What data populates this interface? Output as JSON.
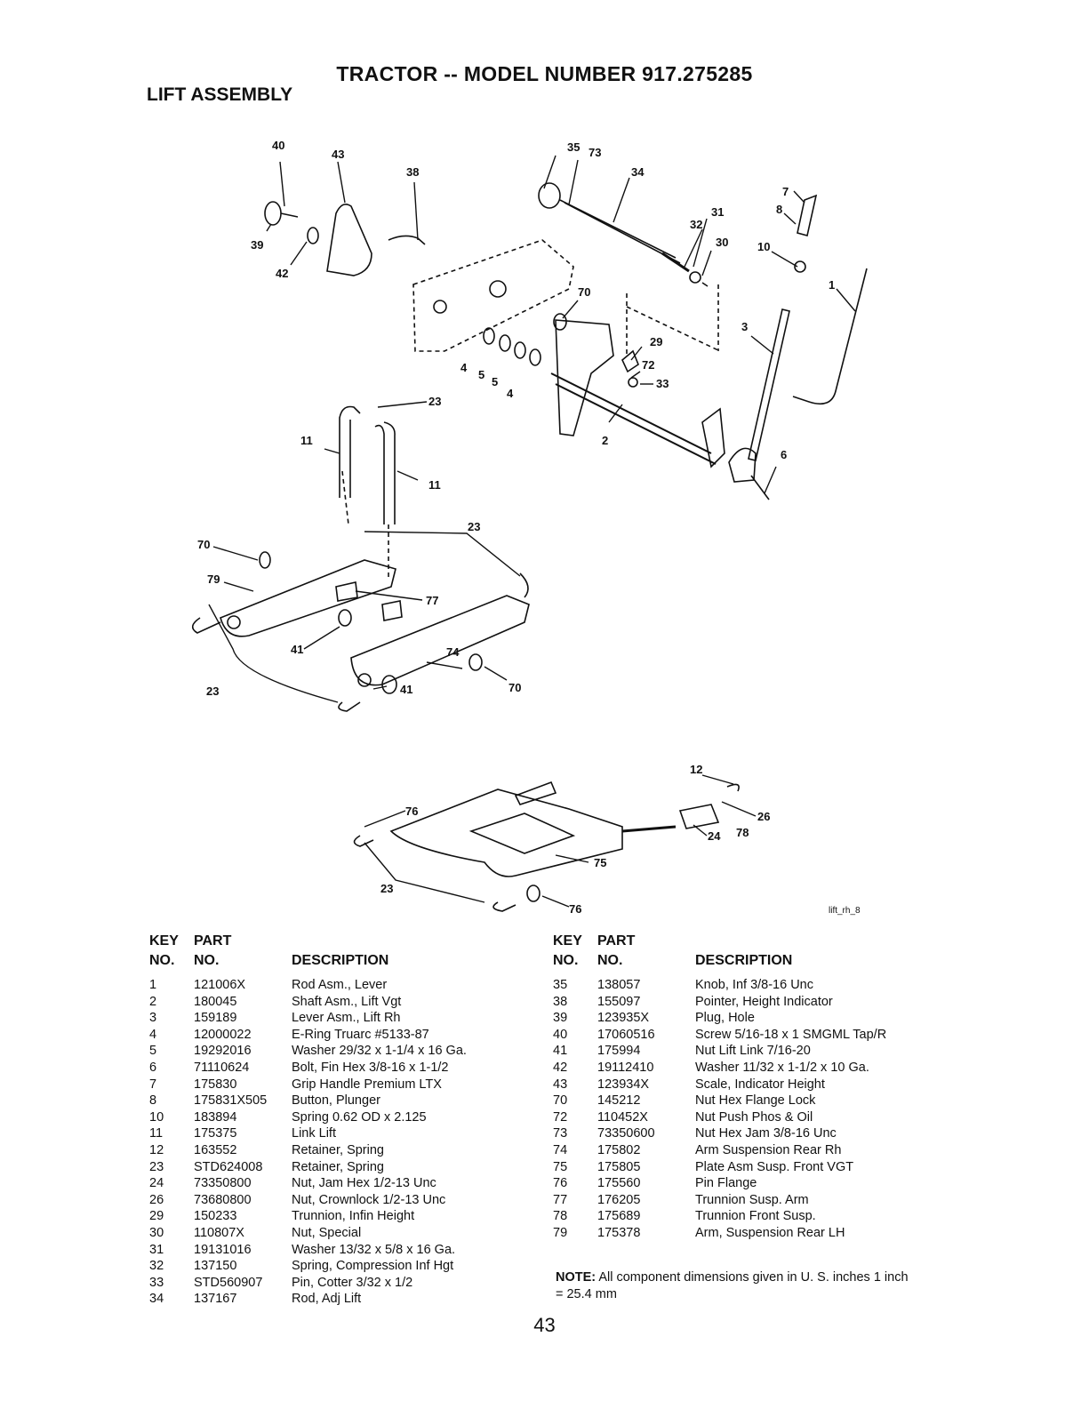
{
  "header": {
    "title": "TRACTOR -- MODEL NUMBER 917.275285",
    "section": "LIFT ASSEMBLY"
  },
  "diagram": {
    "image_ref": "lift_rh_8",
    "callouts": [
      "40",
      "43",
      "38",
      "39",
      "42",
      "35",
      "73",
      "34",
      "31",
      "32",
      "30",
      "7",
      "8",
      "10",
      "1",
      "3",
      "70",
      "29",
      "72",
      "33",
      "4",
      "5",
      "5",
      "4",
      "2",
      "6",
      "23",
      "11",
      "11",
      "23",
      "70",
      "79",
      "77",
      "41",
      "74",
      "41",
      "70",
      "23",
      "12",
      "76",
      "26",
      "24",
      "78",
      "75",
      "23",
      "76"
    ]
  },
  "table": {
    "headers": {
      "key_line1": "KEY",
      "key_line2": "NO.",
      "part_line1": "PART",
      "part_line2": "NO.",
      "description": "DESCRIPTION"
    },
    "left": [
      {
        "key": "1",
        "part": "121006X",
        "desc": "Rod Asm., Lever"
      },
      {
        "key": "2",
        "part": "180045",
        "desc": "Shaft Asm., Lift Vgt"
      },
      {
        "key": "3",
        "part": "159189",
        "desc": "Lever Asm., Lift Rh"
      },
      {
        "key": "4",
        "part": "12000022",
        "desc": "E-Ring Truarc #5133-87"
      },
      {
        "key": "5",
        "part": "19292016",
        "desc": "Washer 29/32 x 1-1/4 x 16 Ga."
      },
      {
        "key": "6",
        "part": "71110624",
        "desc": "Bolt, Fin Hex 3/8-16 x 1-1/2"
      },
      {
        "key": "7",
        "part": "175830",
        "desc": "Grip Handle Premium LTX"
      },
      {
        "key": "8",
        "part": "175831X505",
        "desc": "Button, Plunger"
      },
      {
        "key": "10",
        "part": "183894",
        "desc": "Spring 0.62 OD x 2.125"
      },
      {
        "key": "11",
        "part": "175375",
        "desc": "Link Lift"
      },
      {
        "key": "12",
        "part": "163552",
        "desc": "Retainer, Spring"
      },
      {
        "key": "23",
        "part": "STD624008",
        "desc": "Retainer, Spring"
      },
      {
        "key": "24",
        "part": "73350800",
        "desc": "Nut, Jam Hex 1/2-13 Unc"
      },
      {
        "key": "26",
        "part": "73680800",
        "desc": "Nut, Crownlock 1/2-13 Unc"
      },
      {
        "key": "29",
        "part": "150233",
        "desc": "Trunnion, Infin Height"
      },
      {
        "key": "30",
        "part": "110807X",
        "desc": "Nut, Special"
      },
      {
        "key": "31",
        "part": "19131016",
        "desc": "Washer 13/32 x 5/8 x 16 Ga."
      },
      {
        "key": "32",
        "part": "137150",
        "desc": "Spring, Compression Inf Hgt"
      },
      {
        "key": "33",
        "part": "STD560907",
        "desc": "Pin, Cotter 3/32 x 1/2"
      },
      {
        "key": "34",
        "part": "137167",
        "desc": "Rod, Adj Lift"
      }
    ],
    "right": [
      {
        "key": "35",
        "part": "138057",
        "desc": "Knob, Inf 3/8-16 Unc"
      },
      {
        "key": "38",
        "part": "155097",
        "desc": "Pointer, Height Indicator"
      },
      {
        "key": "39",
        "part": "123935X",
        "desc": "Plug, Hole"
      },
      {
        "key": "40",
        "part": "17060516",
        "desc": "Screw 5/16-18 x 1 SMGML Tap/R"
      },
      {
        "key": "41",
        "part": "175994",
        "desc": "Nut Lift Link 7/16-20"
      },
      {
        "key": "42",
        "part": "19112410",
        "desc": "Washer 11/32 x 1-1/2 x 10 Ga."
      },
      {
        "key": "43",
        "part": "123934X",
        "desc": "Scale, Indicator Height"
      },
      {
        "key": "70",
        "part": "145212",
        "desc": "Nut Hex Flange Lock"
      },
      {
        "key": "72",
        "part": "110452X",
        "desc": "Nut Push Phos & Oil"
      },
      {
        "key": "73",
        "part": "73350600",
        "desc": "Nut Hex Jam 3/8-16 Unc"
      },
      {
        "key": "74",
        "part": "175802",
        "desc": "Arm Suspension Rear Rh"
      },
      {
        "key": "75",
        "part": "175805",
        "desc": "Plate Asm Susp. Front VGT"
      },
      {
        "key": "76",
        "part": "175560",
        "desc": "Pin Flange"
      },
      {
        "key": "77",
        "part": "176205",
        "desc": "Trunnion Susp. Arm"
      },
      {
        "key": "78",
        "part": "175689",
        "desc": "Trunnion Front Susp."
      },
      {
        "key": "79",
        "part": "175378",
        "desc": "Arm, Suspension Rear LH"
      }
    ]
  },
  "note": {
    "label": "NOTE:",
    "text": "All component dimensions given in U. S. inches 1 inch = 25.4 mm"
  },
  "page_number": "43"
}
